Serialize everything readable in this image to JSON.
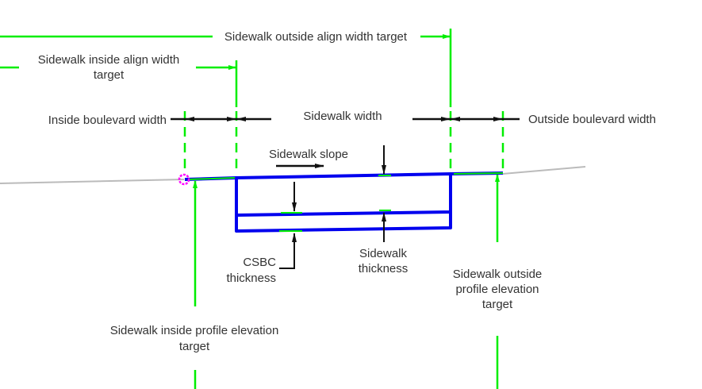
{
  "diagram": {
    "title": "Sidewalk subassembly parameters",
    "colors": {
      "target_lines": "#00ee00",
      "sidewalk_structure": "#0000ee",
      "dimension_lines": "#111111",
      "ground_line": "#bbbbbb",
      "insertion_point": "#ff00ff",
      "label_text": "#333333"
    },
    "labels": {
      "outside_align_width_target": "Sidewalk outside align width target",
      "inside_align_width_target_line1": "Sidewalk inside align width",
      "inside_align_width_target_line2": "target",
      "inside_boulevard_width": "Inside boulevard width",
      "sidewalk_width": "Sidewalk width",
      "outside_boulevard_width": "Outside boulevard width",
      "sidewalk_slope": "Sidewalk slope",
      "csbc_thickness_line1": "CSBC",
      "csbc_thickness_line2": "thickness",
      "sidewalk_thickness_line1": "Sidewalk",
      "sidewalk_thickness_line2": "thickness",
      "outside_profile_target_line1": "Sidewalk outside",
      "outside_profile_target_line2": "profile elevation",
      "outside_profile_target_line3": "target",
      "inside_profile_target_line1": "Sidewalk inside profile elevation",
      "inside_profile_target_line2": "target"
    }
  }
}
